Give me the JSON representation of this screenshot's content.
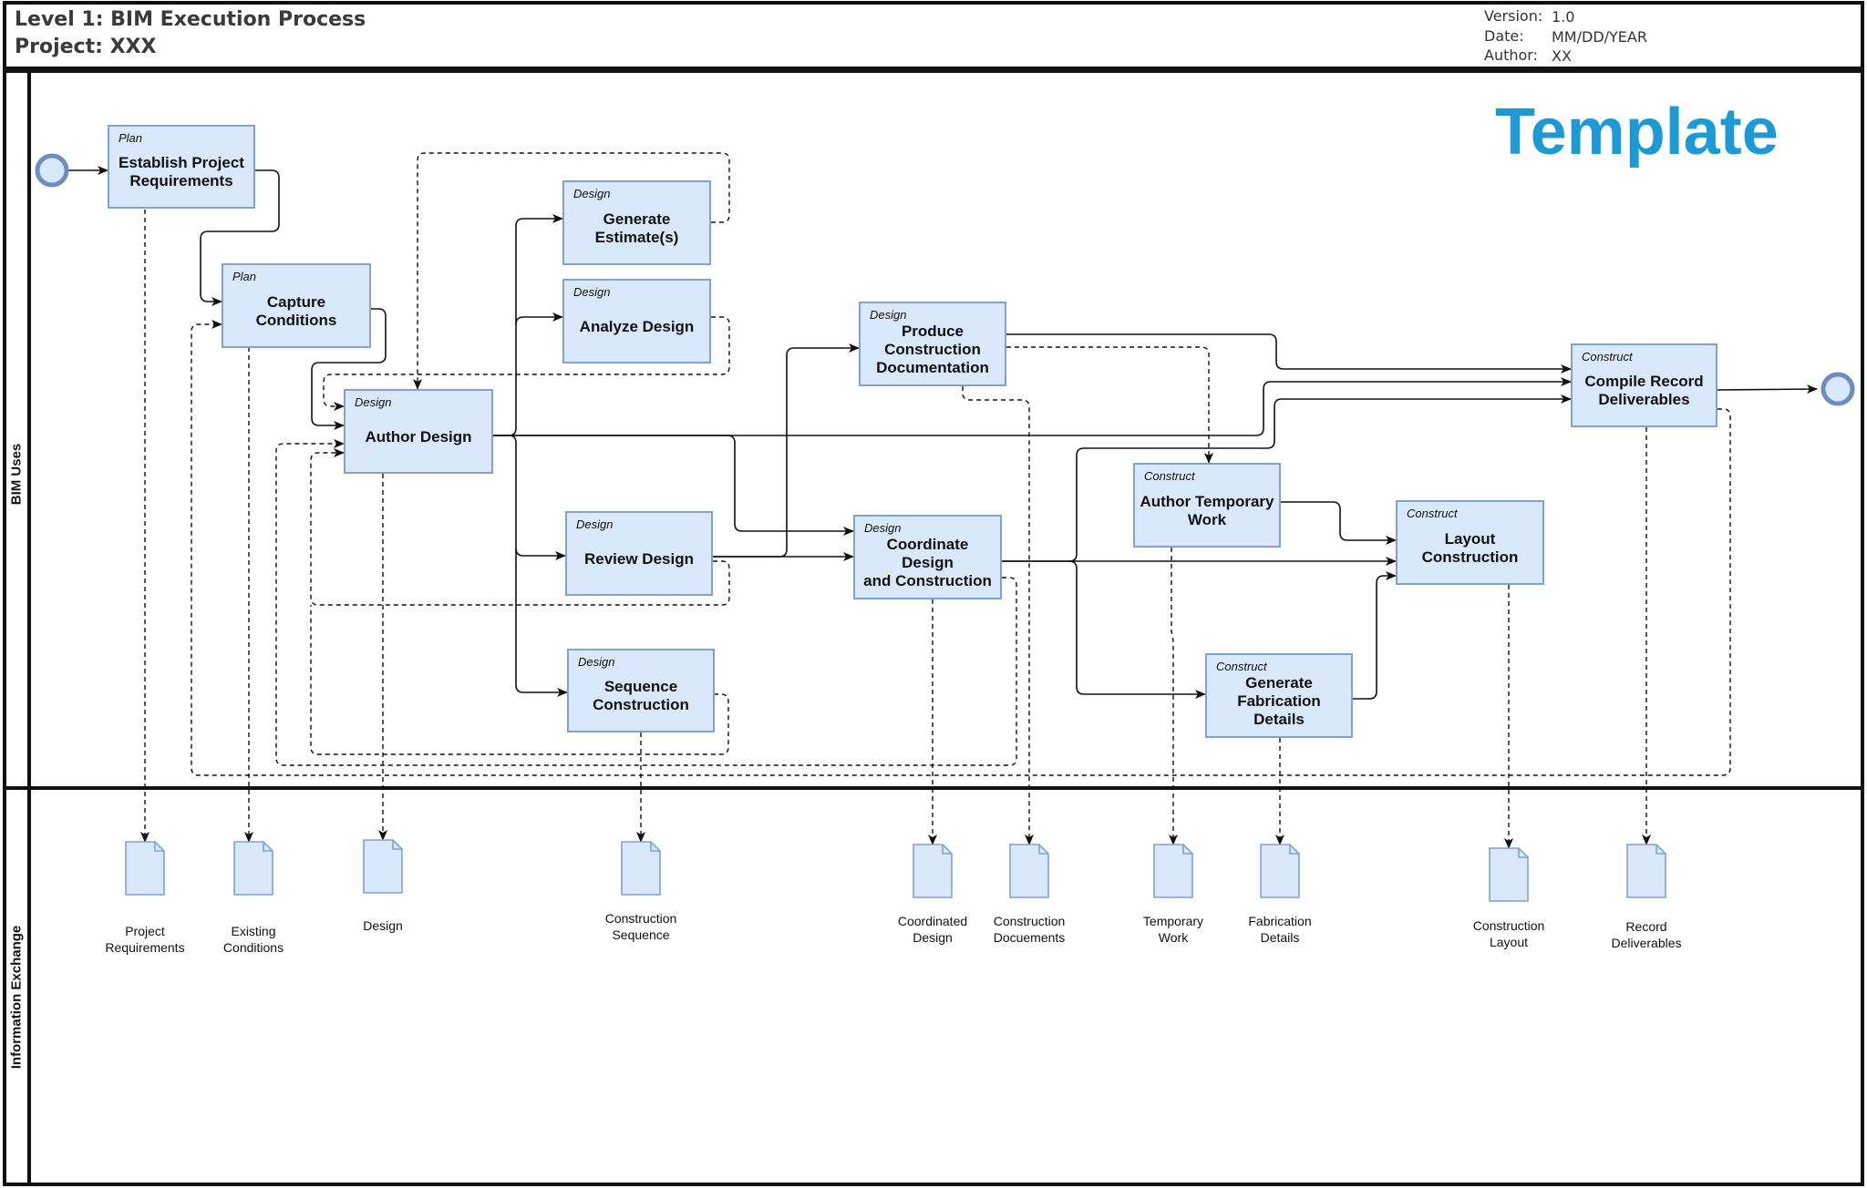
{
  "header": {
    "title_line1": "Level 1: BIM Execution Process",
    "title_line2": "Project: XXX",
    "meta": [
      {
        "label": "Version:",
        "value": "1.0"
      },
      {
        "label": "Date:",
        "value": "MM/DD/YEAR"
      },
      {
        "label": "Author:",
        "value": "XX"
      }
    ]
  },
  "watermark": "Template",
  "lanes": {
    "bim_uses": "BIM Uses",
    "information_exchange": "Information Exchange"
  },
  "processes": {
    "establish": {
      "category": "Plan",
      "title_lines": [
        "Establish Project",
        "Requirements"
      ]
    },
    "capture": {
      "category": "Plan",
      "title_lines": [
        "Capture Conditions"
      ]
    },
    "author_design": {
      "category": "Design",
      "title_lines": [
        "Author Design"
      ]
    },
    "estimate": {
      "category": "Design",
      "title_lines": [
        "Generate",
        "Estimate(s)"
      ]
    },
    "analyze": {
      "category": "Design",
      "title_lines": [
        "Analyze Design"
      ]
    },
    "review": {
      "category": "Design",
      "title_lines": [
        "Review Design"
      ]
    },
    "sequence": {
      "category": "Design",
      "title_lines": [
        "Sequence",
        "Construction"
      ]
    },
    "produce_docs": {
      "category": "Design",
      "title_lines": [
        "Produce",
        "Construction",
        "Documentation"
      ]
    },
    "coordinate": {
      "category": "Design",
      "title_lines": [
        "Coordinate Design",
        "and Construction"
      ]
    },
    "temp_work": {
      "category": "Construct",
      "title_lines": [
        "Author Temporary",
        "Work"
      ]
    },
    "fabrication": {
      "category": "Construct",
      "title_lines": [
        "Generate",
        "Fabrication Details"
      ]
    },
    "layout": {
      "category": "Construct",
      "title_lines": [
        "Layout",
        "Construction"
      ]
    },
    "record": {
      "category": "Construct",
      "title_lines": [
        "Compile Record",
        "Deliverables"
      ]
    }
  },
  "documents": [
    {
      "id": "project_requirements",
      "label_lines": [
        "Project",
        "Requirements"
      ]
    },
    {
      "id": "existing_conditions",
      "label_lines": [
        "Existing",
        "Conditions"
      ]
    },
    {
      "id": "design",
      "label_lines": [
        "Design"
      ]
    },
    {
      "id": "construction_sequence",
      "label_lines": [
        "Construction",
        "Sequence"
      ]
    },
    {
      "id": "coordinated_design",
      "label_lines": [
        "Coordinated",
        "Design"
      ]
    },
    {
      "id": "construction_documents",
      "label_lines": [
        "Construction",
        "Docuements"
      ]
    },
    {
      "id": "temporary_work",
      "label_lines": [
        "Temporary",
        "Work"
      ]
    },
    {
      "id": "fabrication_details",
      "label_lines": [
        "Fabrication",
        "Details"
      ]
    },
    {
      "id": "construction_layout",
      "label_lines": [
        "Construction",
        "Layout"
      ]
    },
    {
      "id": "record_deliverables",
      "label_lines": [
        "Record",
        "Deliverables"
      ]
    }
  ],
  "colors": {
    "box_fill": "#dae8fc",
    "box_stroke": "#7fa2cf",
    "event_stroke": "#6c8ebf",
    "watermark": "#1d9ad6"
  }
}
